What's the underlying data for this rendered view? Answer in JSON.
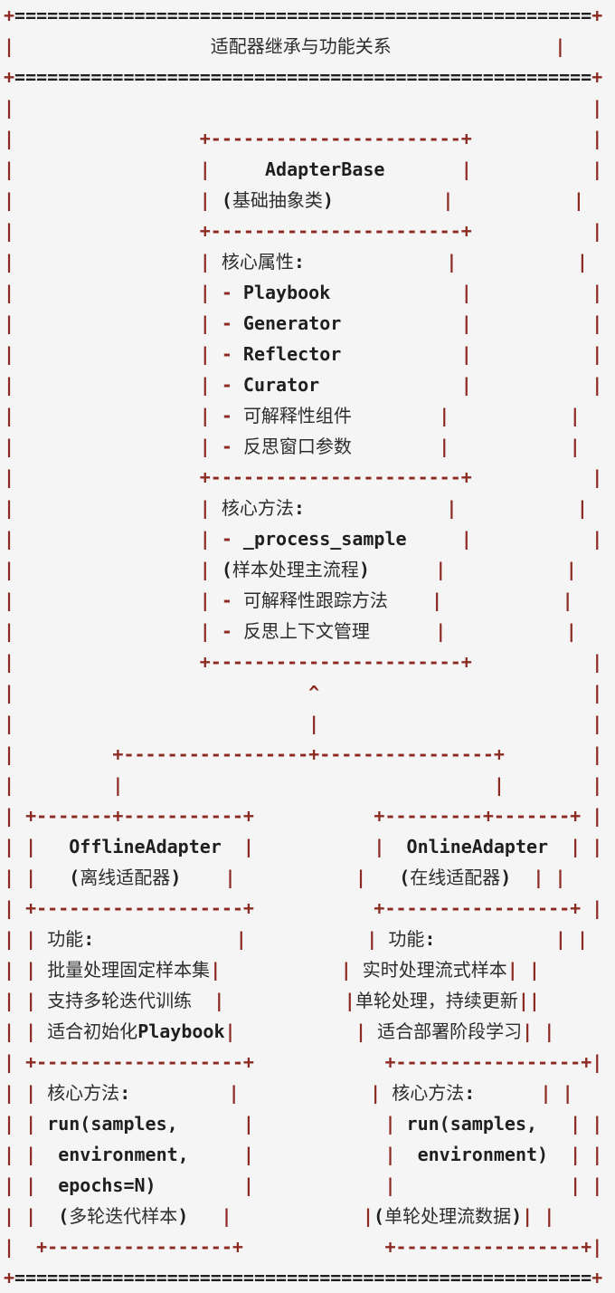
{
  "meta": {
    "background_color": "#f5f5f5",
    "art_color": "#8d2a22",
    "text_color": "#1f1f1f",
    "cjk_text_color": "#2d2d2d"
  },
  "diagram": {
    "title": "适配器继承与功能关系",
    "base_class": {
      "name": "AdapterBase",
      "subtitle": "(基础抽象类)",
      "attributes_header": "核心属性:",
      "attributes": [
        "Playbook",
        "Generator",
        "Reflector",
        "Curator",
        "可解释性组件",
        "反思窗口参数"
      ],
      "methods_header": "核心方法:",
      "methods": [
        "_process_sample",
        "(样本处理主流程)",
        "可解释性跟踪方法",
        "反思上下文管理"
      ]
    },
    "subclasses": [
      {
        "name": "OfflineAdapter",
        "subtitle": "(离线适配器)",
        "features_header": "功能:",
        "features": [
          "批量处理固定样本集",
          "支持多轮迭代训练",
          "适合初始化Playbook"
        ],
        "methods_header": "核心方法:",
        "methods": [
          "run(samples,",
          "environment,",
          "epochs=N)",
          "(多轮迭代样本)"
        ]
      },
      {
        "name": "OnlineAdapter",
        "subtitle": "(在线适配器)",
        "features_header": "功能:",
        "features": [
          "实时处理流式样本",
          "单轮处理，持续更新",
          "适合部署阶段学习"
        ],
        "methods_header": "核心方法:",
        "methods": [
          "run(samples,",
          "environment)",
          "(单轮处理流数据)"
        ]
      }
    ],
    "lines": [
      "+=====================================================+",
      "|                  适配器继承与功能关系               |",
      "+=====================================================+",
      "|                                                     |",
      "|                 +-----------------------+           |",
      "|                 |     AdapterBase       |           |",
      "|                 | (基础抽象类)          |           |",
      "|                 +-----------------------+           |",
      "|                 | 核心属性:             |           |",
      "|                 | - Playbook            |           |",
      "|                 | - Generator           |           |",
      "|                 | - Reflector           |           |",
      "|                 | - Curator             |           |",
      "|                 | - 可解释性组件        |           |",
      "|                 | - 反思窗口参数        |           |",
      "|                 +-----------------------+           |",
      "|                 | 核心方法:             |           |",
      "|                 | - _process_sample     |           |",
      "|                 | (样本处理主流程)      |           |",
      "|                 | - 可解释性跟踪方法    |           |",
      "|                 | - 反思上下文管理      |           |",
      "|                 +-----------------------+           |",
      "|                           ^                         |",
      "|                           |                         |",
      "|         +-----------------+----------------+        |",
      "|         |                                  |        |",
      "| +-------+-----------+           +---------+-------+ |",
      "| |   OfflineAdapter  |           |  OnlineAdapter  | |",
      "| |   (离线适配器)    |           |   (在线适配器)  | |",
      "| +-------------------+           +-----------------+ |",
      "| | 功能:             |           | 功能:           | |",
      "| | 批量处理固定样本集|           | 实时处理流式样本| |",
      "| | 支持多轮迭代训练  |           |单轮处理，持续更新||",
      "| | 适合初始化Playbook|           | 适合部署阶段学习| |",
      "| +-------------------+            +-----------------+|",
      "| | 核心方法:         |            | 核心方法:      | |",
      "| | run(samples,      |            | run(samples,   | |",
      "| |  environment,     |            |  environment)  | |",
      "| |  epochs=N)        |            |                | |",
      "| |  (多轮迭代样本)   |            |(单轮处理流数据)| |",
      "|  +-----------------+             +-----------------+|",
      "+=====================================================+"
    ]
  }
}
